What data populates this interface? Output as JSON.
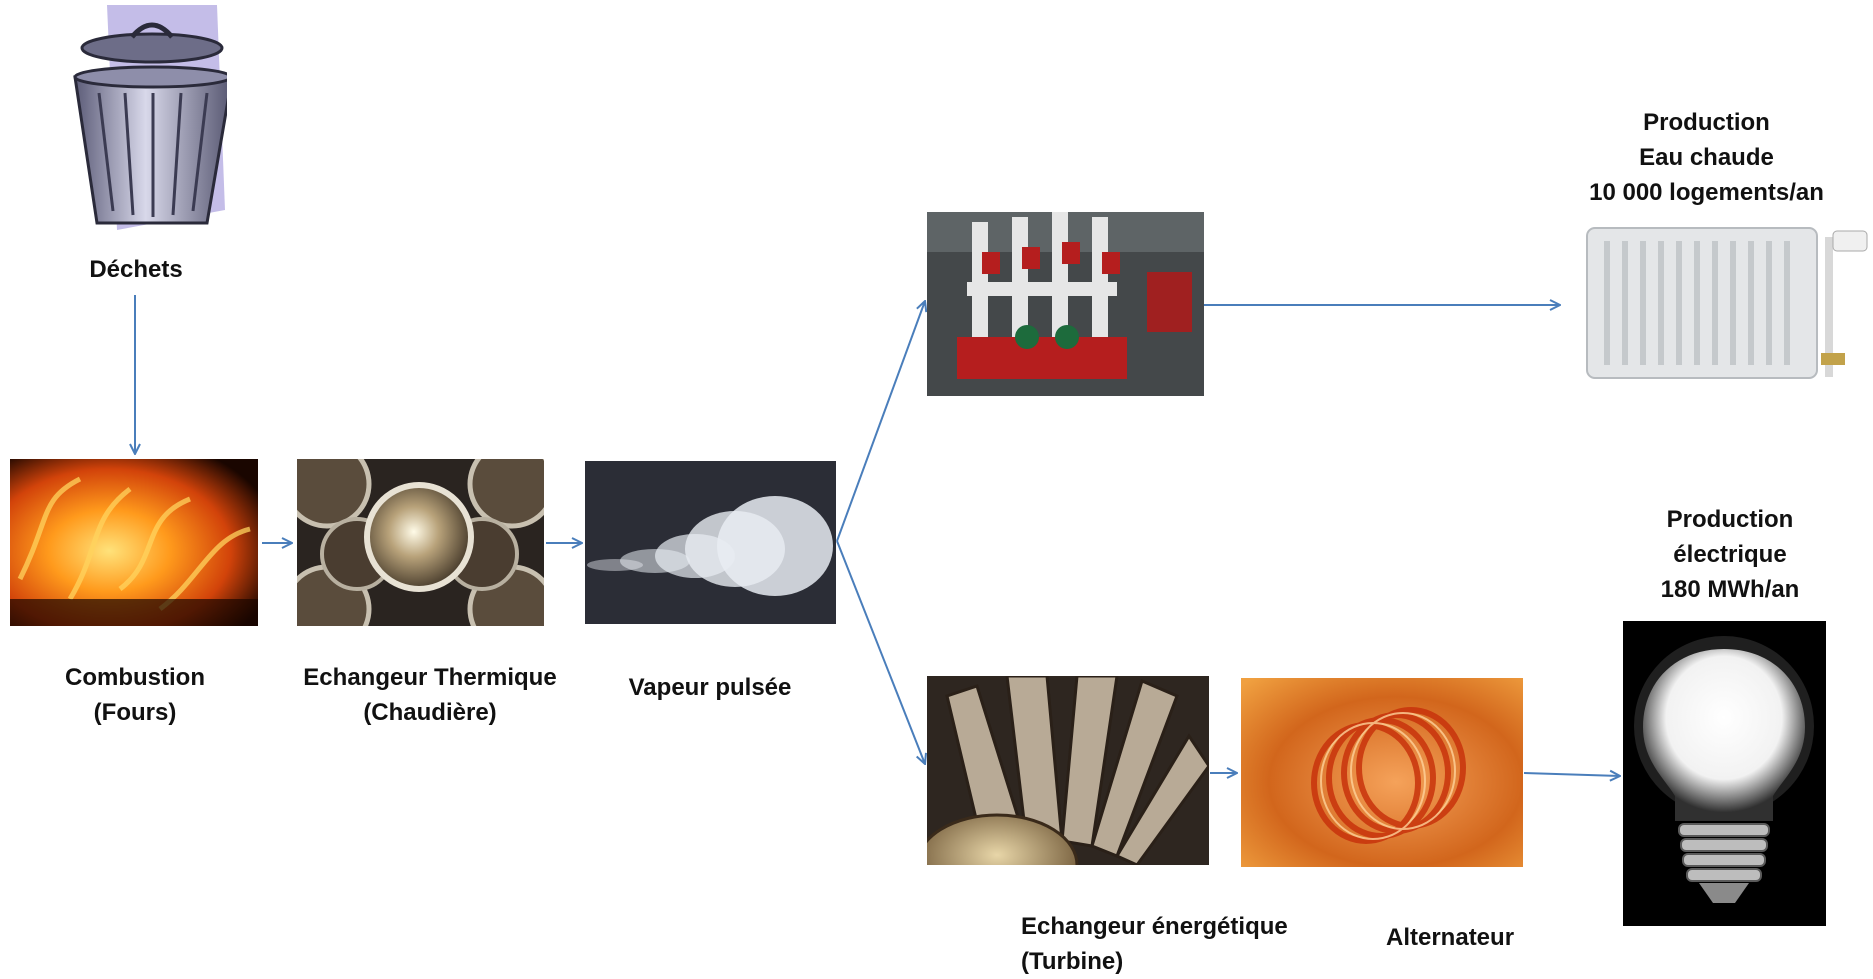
{
  "labels": {
    "dechets": "Déchets",
    "combustion": [
      "Combustion",
      "(Fours)"
    ],
    "echangeur_thermique": [
      "Echangeur Thermique",
      "(Chaudière)"
    ],
    "vapeur": "Vapeur pulsée",
    "production_eau": [
      "Production",
      "Eau chaude",
      "10 000 logements/an"
    ],
    "production_elec": [
      "Production",
      "électrique",
      "180 MWh/an"
    ],
    "turbine": [
      "Echangeur énergétique",
      "(Turbine)"
    ],
    "alternateur": "Alternateur"
  },
  "images": {
    "trash": "trash-can-icon",
    "fire": "flames-photo",
    "pipes": "tube-bundle-photo",
    "steam": "steam-cloud-photo",
    "pump_room": "pump-room-photo",
    "radiator": "radiator-icon",
    "turbine": "turbine-blades-photo",
    "alternator": "copper-coil-photo",
    "bulb": "light-bulb-photo"
  },
  "colors": {
    "arrow": "#4a7ebb"
  }
}
